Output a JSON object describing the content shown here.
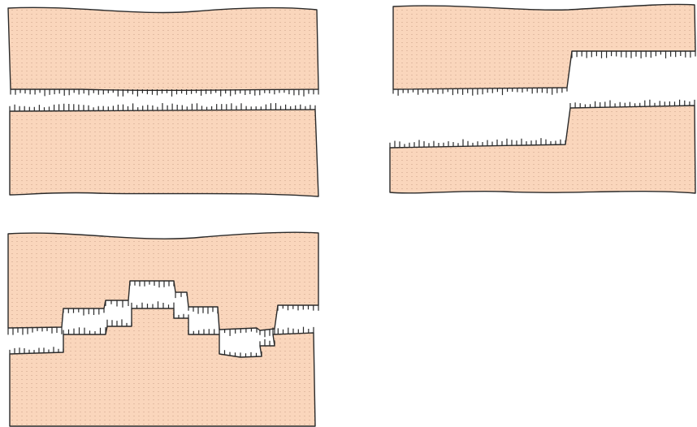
{
  "figure": {
    "panels": [
      {
        "name": "flat-gap-panel",
        "blocks": 2,
        "gap_profile": "flat"
      },
      {
        "name": "stepped-gap-panel",
        "blocks": 2,
        "gap_profile": "single-step"
      },
      {
        "name": "interlocking-gap-panel",
        "blocks": 2,
        "gap_profile": "interlocking-steps"
      }
    ]
  },
  "style": {
    "fill_color": "#fad6bc",
    "dot_color": "#c9a088",
    "outline_color": "#2a2a2a"
  }
}
